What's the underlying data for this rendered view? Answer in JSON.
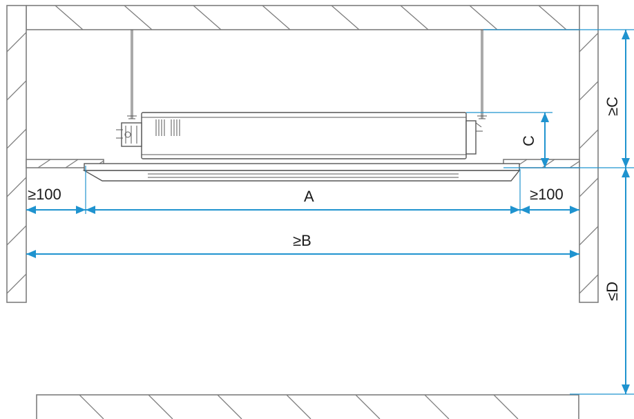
{
  "dimensions": {
    "left_clearance": "≥100",
    "right_clearance": "≥100",
    "panel_width": "A",
    "min_room_width": "≥B",
    "unit_height": "C",
    "min_ceiling_space": "≥C",
    "max_install_height": "≤D"
  },
  "colors": {
    "dimension": "#1f93cf",
    "wall_outline": "#7d7d7d",
    "unit_outline": "#555555"
  }
}
